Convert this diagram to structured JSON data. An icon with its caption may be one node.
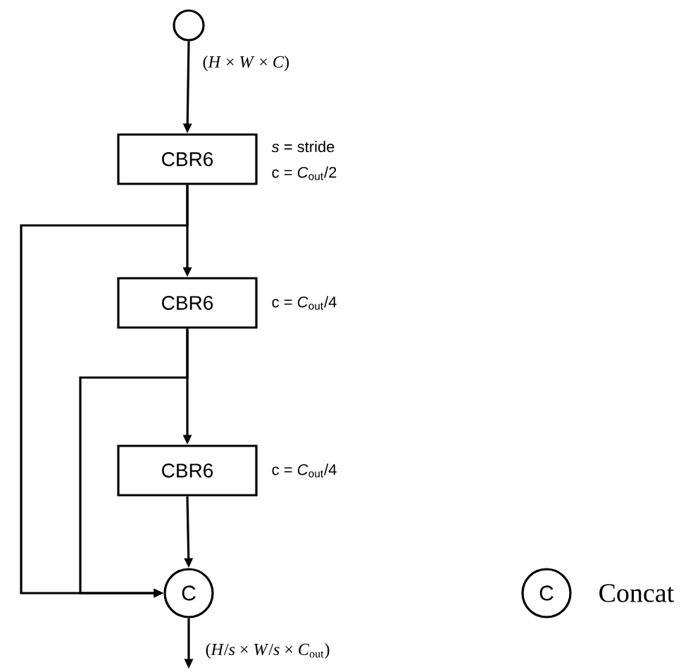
{
  "diagram": {
    "nodes": [
      {
        "text": [],
        "shape": "circle"
      },
      {
        "text": [
          "CBR6"
        ],
        "beside": [
          "*s* = stride",
          "c = *C*$_{out}$/2"
        ]
      },
      {
        "text": [
          "CBR6"
        ],
        "beside": [
          "c = *C*$_{out}$/4"
        ]
      },
      {
        "text": [
          "CBR6"
        ],
        "beside": [
          "c = *C*$_{out}$/4"
        ]
      },
      {
        "text": [
          "C"
        ]
      },
      {
        "text": [
          "C"
        ],
        "beside": [
          "Concat"
        ]
      }
    ],
    "edges": [
      {
        "from": 0,
        "to": 1,
        "arrow": "to",
        "label": "(*H* × *W* × *C*)"
      },
      {
        "from": 1,
        "to": 2,
        "arrow": "to"
      },
      {
        "from": 2,
        "to": 3,
        "arrow": "to"
      },
      {
        "from": 3,
        "to": 4,
        "arrow": "to"
      },
      {
        "from": 1,
        "to": 4,
        "arrow": "to"
      },
      {
        "from": 2,
        "to": 4,
        "arrow": "to"
      },
      {
        "from": 4,
        "to": null,
        "arrow": "to",
        "label": "(*H*/*s* × *W*/*s* × *C*$_{out}$)"
      }
    ]
  }
}
